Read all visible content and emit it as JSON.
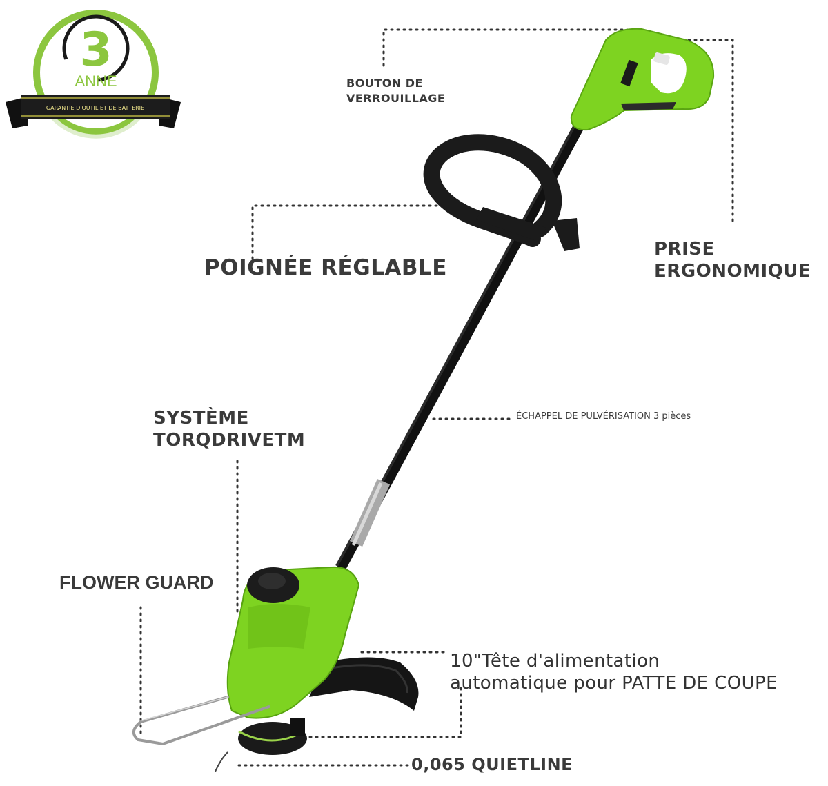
{
  "badge": {
    "number": "3",
    "word": "ANNE",
    "ribbon": "GARANTIE D'OUTIL ET DE BATTERIE"
  },
  "labels": {
    "lock_button": [
      "BOUTON DE",
      "VERROUILLAGE"
    ],
    "ergonomic_grip": [
      "PRISE",
      "ERGONOMIQUE"
    ],
    "adjustable_handle": "POIGNÉE RÉGLABLE",
    "torqdrive_system": [
      "SYSTÈME",
      "TORQDRIVETM"
    ],
    "spray_shaft": "ÉCHAPPEL DE PULVÉRISATION 3 pièces",
    "flower_guard": "FLOWER GUARD",
    "feed_head": [
      "10\"Tête d'alimentation",
      "automatique pour PATTE DE COUPE"
    ],
    "quietline": "0,065 QUIETLINE"
  },
  "colors": {
    "product_green": "#7ed321",
    "badge_green": "#8cc63f",
    "text": "#3a3a3a",
    "dotted_line": "#333333"
  }
}
